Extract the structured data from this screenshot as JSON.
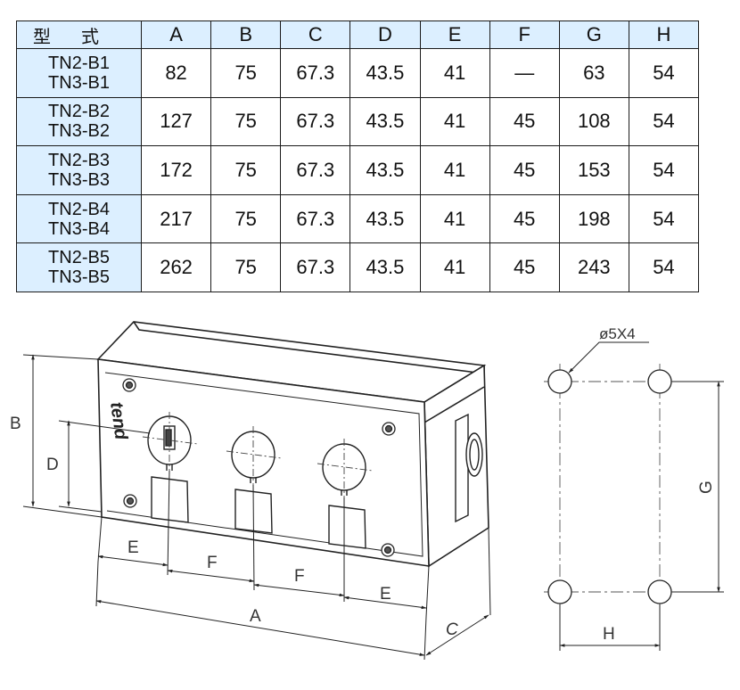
{
  "table": {
    "headers": [
      "型式",
      "A",
      "B",
      "C",
      "D",
      "E",
      "F",
      "G",
      "H"
    ],
    "rows": [
      {
        "models": [
          "TN2-B1",
          "TN3-B1"
        ],
        "values": [
          "82",
          "75",
          "67.3",
          "43.5",
          "41",
          "—",
          "63",
          "54"
        ]
      },
      {
        "models": [
          "TN2-B2",
          "TN3-B2"
        ],
        "values": [
          "127",
          "75",
          "67.3",
          "43.5",
          "41",
          "45",
          "108",
          "54"
        ]
      },
      {
        "models": [
          "TN2-B3",
          "TN3-B3"
        ],
        "values": [
          "172",
          "75",
          "67.3",
          "43.5",
          "41",
          "45",
          "153",
          "54"
        ]
      },
      {
        "models": [
          "TN2-B4",
          "TN3-B4"
        ],
        "values": [
          "217",
          "75",
          "67.3",
          "43.5",
          "41",
          "45",
          "198",
          "54"
        ]
      },
      {
        "models": [
          "TN2-B5",
          "TN3-B5"
        ],
        "values": [
          "262",
          "75",
          "67.3",
          "43.5",
          "41",
          "45",
          "243",
          "54"
        ]
      }
    ]
  },
  "drawing": {
    "brand": "tend",
    "labels": {
      "A": "A",
      "B": "B",
      "C": "C",
      "D": "D",
      "E": "E",
      "F": "F",
      "G": "G",
      "H": "H"
    },
    "hole_note": "ø5X4"
  }
}
